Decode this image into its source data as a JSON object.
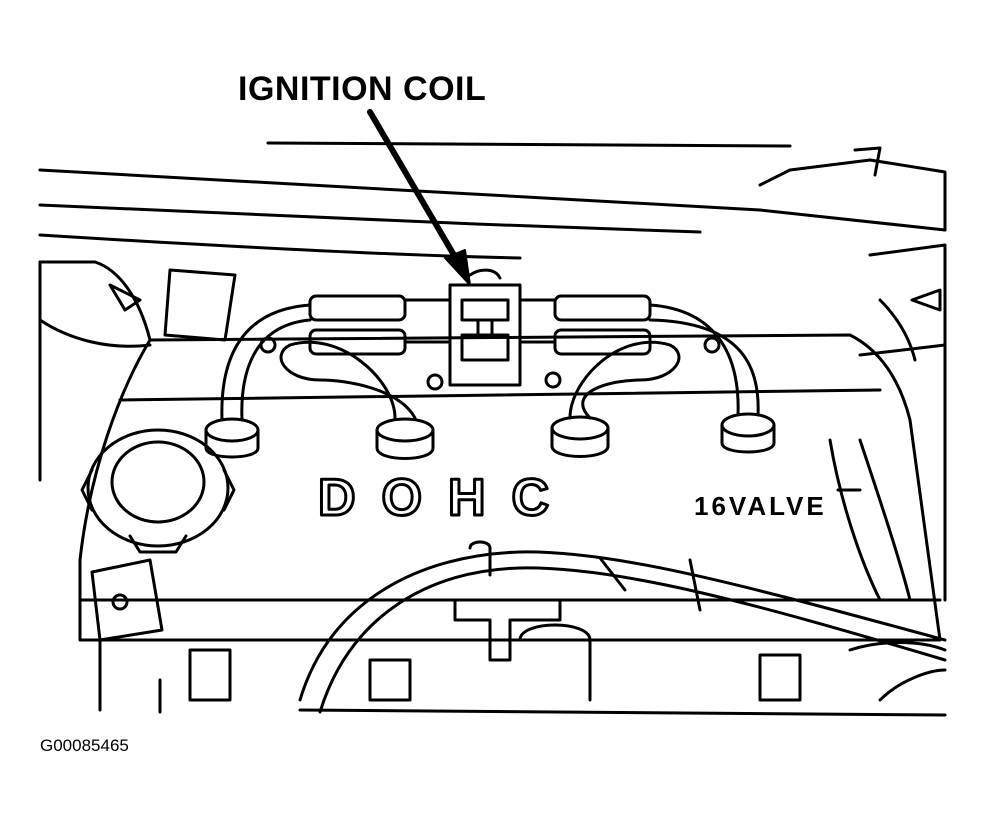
{
  "callout": {
    "label": "IGNITION COIL"
  },
  "engine": {
    "cover_text": "DOHC",
    "valve_text": "16VALVE"
  },
  "figure": {
    "id": "G00085465"
  },
  "colors": {
    "ink": "#000000",
    "paper": "#ffffff"
  }
}
